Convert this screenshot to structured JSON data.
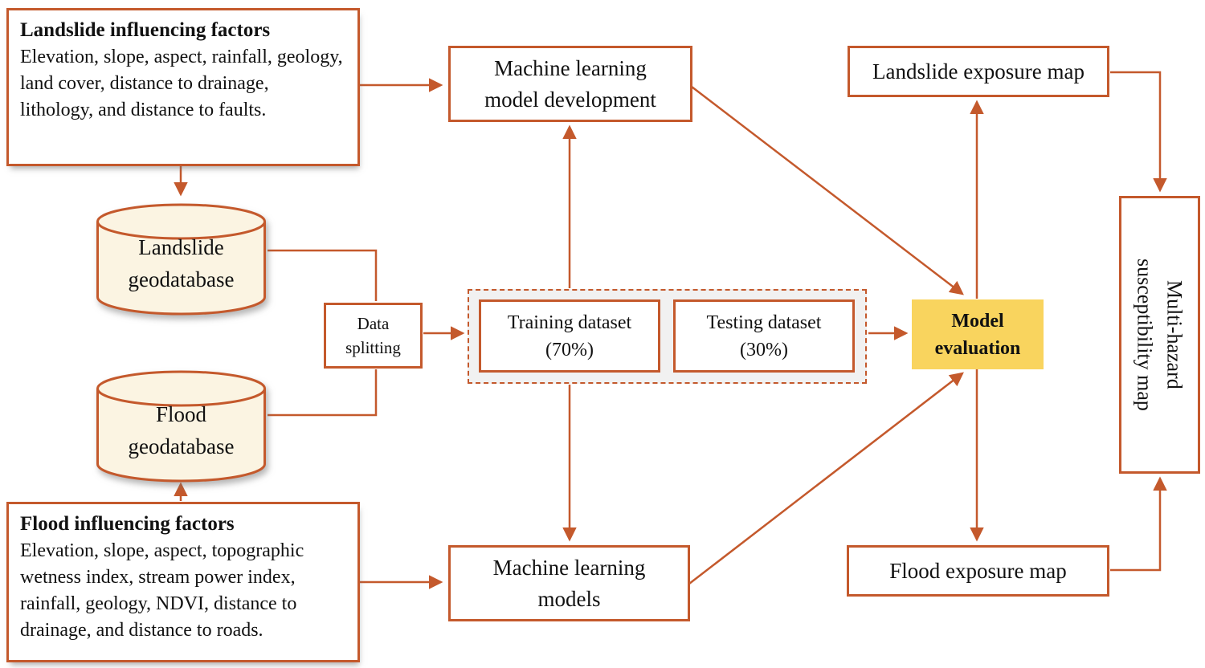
{
  "diagram": {
    "colors": {
      "accent": "#c4592c",
      "highlight_yellow": "#f9d45e",
      "cylinder_fill": "#fbf4e2",
      "container_gray": "#f1f1f1",
      "text": "#111111"
    },
    "landslide_factors": {
      "title": "Landslide influencing factors",
      "body": "Elevation, slope, aspect, rainfall, geology, land cover, distance to drainage, lithology, and distance to faults."
    },
    "flood_factors": {
      "title": "Flood influencing factors",
      "body": "Elevation, slope, aspect, topographic wetness index, stream power index, rainfall, geology, NDVI, distance to drainage, and distance to roads."
    },
    "landslide_geodatabase": {
      "line1": "Landslide",
      "line2": "geodatabase"
    },
    "flood_geodatabase": {
      "line1": "Flood",
      "line2": "geodatabase"
    },
    "data_splitting": {
      "line1": "Data",
      "line2": "splitting"
    },
    "training_dataset": {
      "line1": "Training dataset",
      "line2": "(70%)"
    },
    "testing_dataset": {
      "line1": "Testing dataset",
      "line2": "(30%)"
    },
    "ml_development": {
      "line1": "Machine learning",
      "line2": "model development"
    },
    "ml_models": {
      "line1": "Machine learning",
      "line2": "models"
    },
    "model_evaluation": {
      "line1": "Model",
      "line2": "evaluation"
    },
    "landslide_exposure": {
      "label": "Landslide exposure map"
    },
    "flood_exposure": {
      "label": "Flood exposure map"
    },
    "multi_hazard": {
      "line1": "Multi-hazard",
      "line2": "susceptibility map"
    }
  }
}
